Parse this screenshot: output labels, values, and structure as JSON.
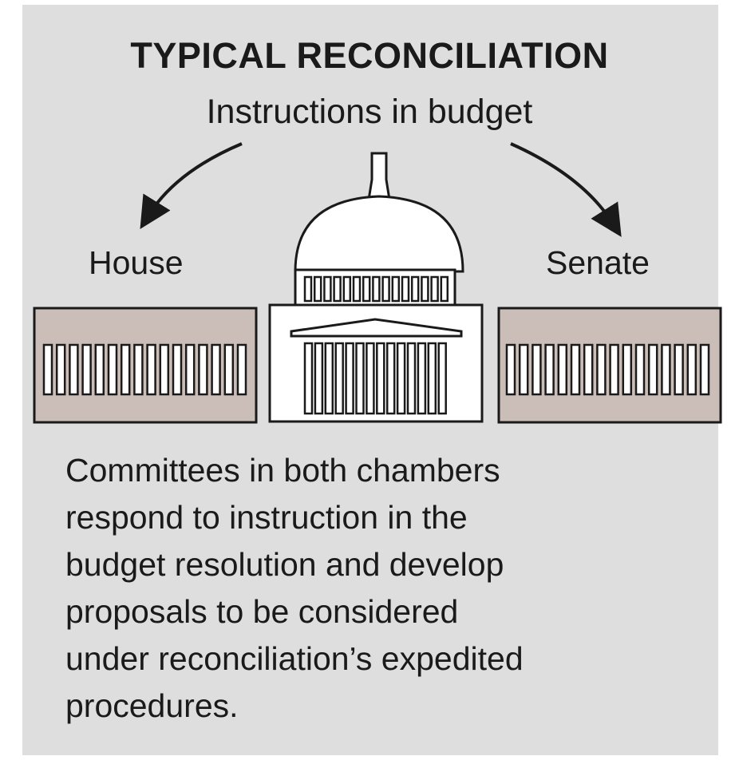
{
  "title": "TYPICAL RECONCILIATION",
  "subtitle": "Instructions in budget",
  "house_label": "House",
  "senate_label": "Senate",
  "body_lines": [
    "Committees in both chambers",
    "respond to instruction in the",
    "budget resolution and develop",
    "proposals to be considered",
    "under reconciliation’s expedited",
    "procedures."
  ],
  "colors": {
    "panel_background": "#dedede",
    "wing_fill": "#cbbdb8",
    "outline": "#1a1a1a",
    "capitol_fill": "#ffffff"
  },
  "icons": [
    "arrow-left",
    "arrow-right",
    "house-wing",
    "senate-wing",
    "capitol-dome"
  ]
}
